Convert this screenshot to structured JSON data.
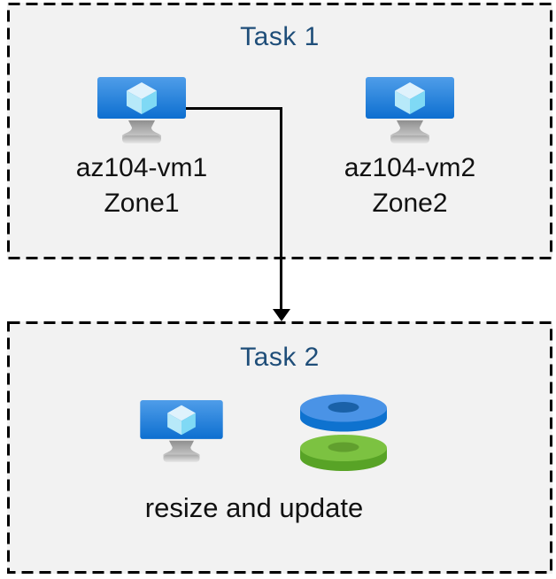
{
  "diagram": {
    "task1": {
      "title": "Task 1",
      "vms": [
        {
          "name": "az104-vm1",
          "zone": "Zone1"
        },
        {
          "name": "az104-vm2",
          "zone": "Zone2"
        }
      ]
    },
    "task2": {
      "title": "Task 2",
      "caption": "resize and update"
    },
    "icons": {
      "vm": "azure-virtual-machine-icon",
      "disks": "azure-disk-stack-icon",
      "arrow": "elbow-arrow-down"
    },
    "colors": {
      "box_background": "#f2f2f2",
      "box_border": "#000000",
      "title_text": "#1f4e79",
      "label_text": "#111111",
      "vm_screen_top": "#4f9de9",
      "vm_screen_bottom": "#0d6fd0",
      "disk_blue_top": "#4a93e6",
      "disk_blue_side": "#0e72cf",
      "disk_blue_hole": "#1a61a8",
      "disk_green_top": "#7cc241",
      "disk_green_side": "#58a326",
      "disk_green_hole": "#619f2e"
    }
  }
}
